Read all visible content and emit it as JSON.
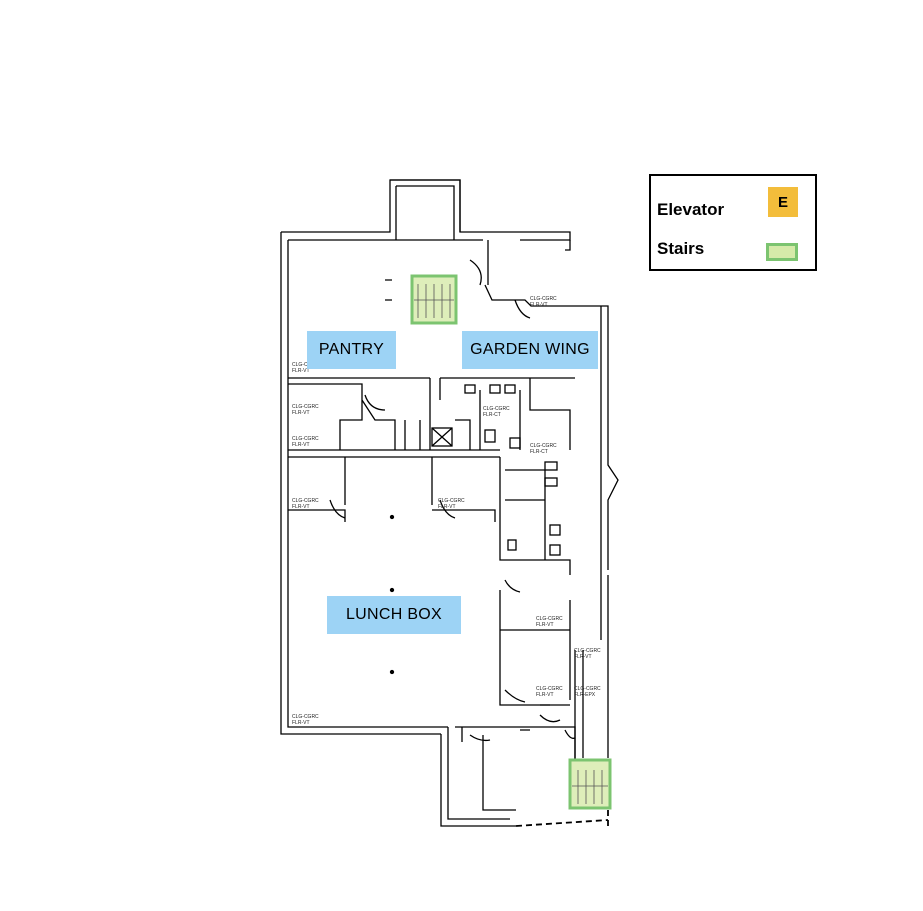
{
  "legend": {
    "elevator_label": "Elevator",
    "elevator_symbol": "E",
    "stairs_label": "Stairs",
    "elevator_color": "#f3bd3b",
    "stairs_fill": "#d6eaa9",
    "stairs_border": "#7cc470"
  },
  "rooms": {
    "pantry": "PANTRY",
    "garden_wing": "GARDEN WING",
    "lunch_box": "LUNCH BOX",
    "label_color": "#9dd3f5"
  },
  "floor_codes": {
    "a": "CLG-CGRC",
    "b": "FLR-VT",
    "c": "FLR-CT",
    "d": "FLR-EPX"
  }
}
